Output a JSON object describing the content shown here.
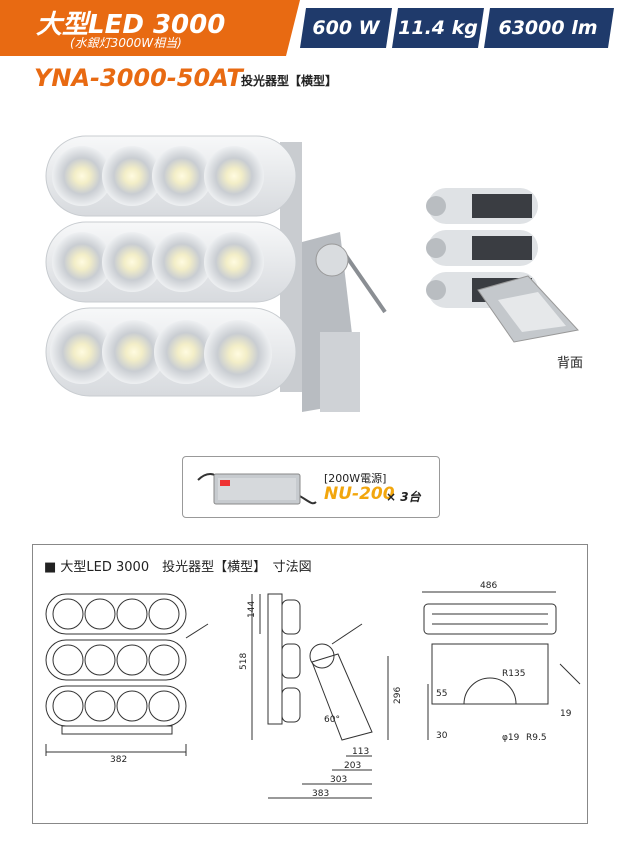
{
  "header": {
    "title": "大型LED 3000",
    "subtitle": "(水銀灯3000W相当)",
    "specs": [
      "600 W",
      "11.4 kg",
      "63000 lm"
    ],
    "accent_color": "#e86a12",
    "spec_color": "#1f3a6b"
  },
  "model": {
    "code": "YNA-3000-50AT",
    "type": "投光器型【横型】"
  },
  "images": {
    "back_caption": "背面"
  },
  "power_supply": {
    "label": "[200W電源]",
    "name": "NU-200",
    "count": "× 3台"
  },
  "dimensions": {
    "title": "■ 大型LED 3000　投光器型【横型】　寸法図",
    "front_width": "382",
    "side_height_total": "518",
    "side_module_height": "144",
    "side_bracket_height": "296",
    "side_angle": "60°",
    "side_depths": [
      "113",
      "203",
      "303",
      "383"
    ],
    "top_width": "486",
    "top_labels": [
      "55",
      "30",
      "19",
      "R135",
      "φ19",
      "R9.5"
    ]
  }
}
